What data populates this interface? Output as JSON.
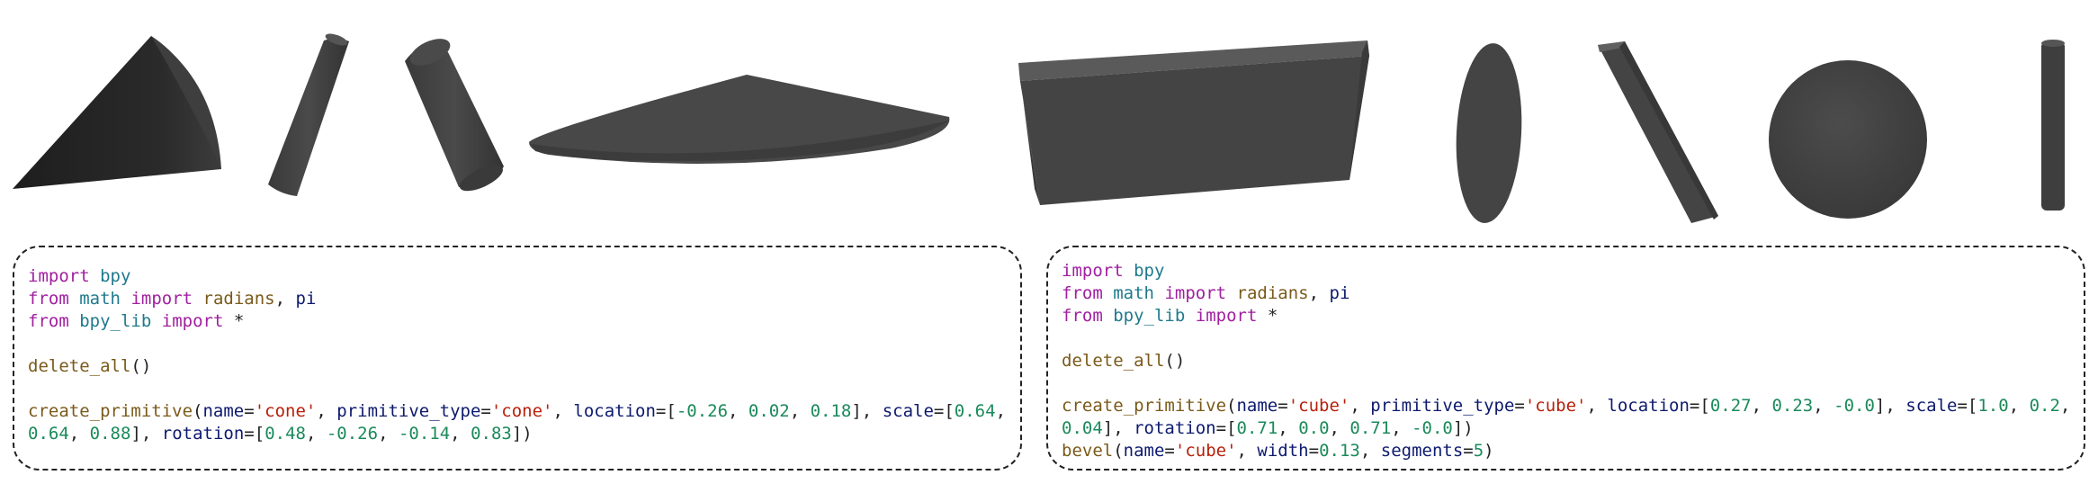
{
  "shapes": [
    {
      "id": "cone",
      "name": "cone-shape"
    },
    {
      "id": "thin-cylinder",
      "name": "tilted-thin-cylinder-shape"
    },
    {
      "id": "cylinder",
      "name": "tilted-cylinder-shape"
    },
    {
      "id": "flat-disc",
      "name": "flat-disc-shape"
    },
    {
      "id": "box",
      "name": "wide-box-shape"
    },
    {
      "id": "ellipsoid",
      "name": "ellipsoid-shape"
    },
    {
      "id": "bar",
      "name": "tilted-bar-shape"
    },
    {
      "id": "sphere",
      "name": "sphere-shape"
    },
    {
      "id": "rod",
      "name": "vertical-rod-shape"
    }
  ],
  "left_panel": {
    "line1": {
      "kw": "import",
      "mod": "bpy"
    },
    "line2": {
      "kw1": "from",
      "mod": "math",
      "kw2": "import",
      "a": "radians",
      "sep": ",",
      "b": "pi"
    },
    "line3": {
      "kw1": "from",
      "mod": "bpy_lib",
      "kw2": "import",
      "star": "*"
    },
    "line4": {
      "fn": "delete_all",
      "paren": "()"
    },
    "line5": {
      "fn": "create_primitive",
      "open": "(",
      "p_name": "name",
      "eq1": "=",
      "v_name": "'cone'",
      "c1": ",",
      "p_type": "primitive_type",
      "eq2": "=",
      "v_type": "'cone'",
      "c2": ",",
      "p_loc": "location",
      "eq3": "=[",
      "loc1": "-0.26",
      "lc1": ",",
      "loc2": "0.02",
      "lc2": ",",
      "loc3": "0.18",
      "lend": "],",
      "p_scale": "scale",
      "eq4": "=[",
      "s1": "0.64",
      "sc1": ","
    },
    "line6": {
      "s2": "0.64",
      "sc2": ",",
      "s3": "0.88",
      "send": "],",
      "p_rot": "rotation",
      "eq5": "=[",
      "r1": "0.48",
      "rc1": ",",
      "r2": "-0.26",
      "rc2": ",",
      "r3": "-0.14",
      "rc3": ",",
      "r4": "0.83",
      "rend": "])"
    }
  },
  "right_panel": {
    "line1": {
      "kw": "import",
      "mod": "bpy"
    },
    "line2": {
      "kw1": "from",
      "mod": "math",
      "kw2": "import",
      "a": "radians",
      "sep": ",",
      "b": "pi"
    },
    "line3": {
      "kw1": "from",
      "mod": "bpy_lib",
      "kw2": "import",
      "star": "*"
    },
    "line4": {
      "fn": "delete_all",
      "paren": "()"
    },
    "line5": {
      "fn": "create_primitive",
      "open": "(",
      "p_name": "name",
      "eq1": "=",
      "v_name": "'cube'",
      "c1": ",",
      "p_type": "primitive_type",
      "eq2": "=",
      "v_type": "'cube'",
      "c2": ",",
      "p_loc": "location",
      "eq3": "=[",
      "loc1": "0.27",
      "lc1": ",",
      "loc2": "0.23",
      "lc2": ",",
      "loc3": "-0.0",
      "lend": "],",
      "p_scale": "scale",
      "eq4": "=[",
      "s1": "1.0",
      "sc1": ",",
      "s2": "0.2",
      "sc2": ","
    },
    "line6": {
      "s3": "0.04",
      "send": "],",
      "p_rot": "rotation",
      "eq5": "=[",
      "r1": "0.71",
      "rc1": ",",
      "r2": "0.0",
      "rc2": ",",
      "r3": "0.71",
      "rc3": ",",
      "r4": "-0.0",
      "rend": "])"
    },
    "line7": {
      "fn": "bevel",
      "open": "(",
      "p_name": "name",
      "eq1": "=",
      "v_name": "'cube'",
      "c1": ",",
      "p_width": "width",
      "eq2": "=",
      "v_width": "0.13",
      "c2": ",",
      "p_seg": "segments",
      "eq3": "=",
      "v_seg": "5",
      "close": ")"
    }
  }
}
